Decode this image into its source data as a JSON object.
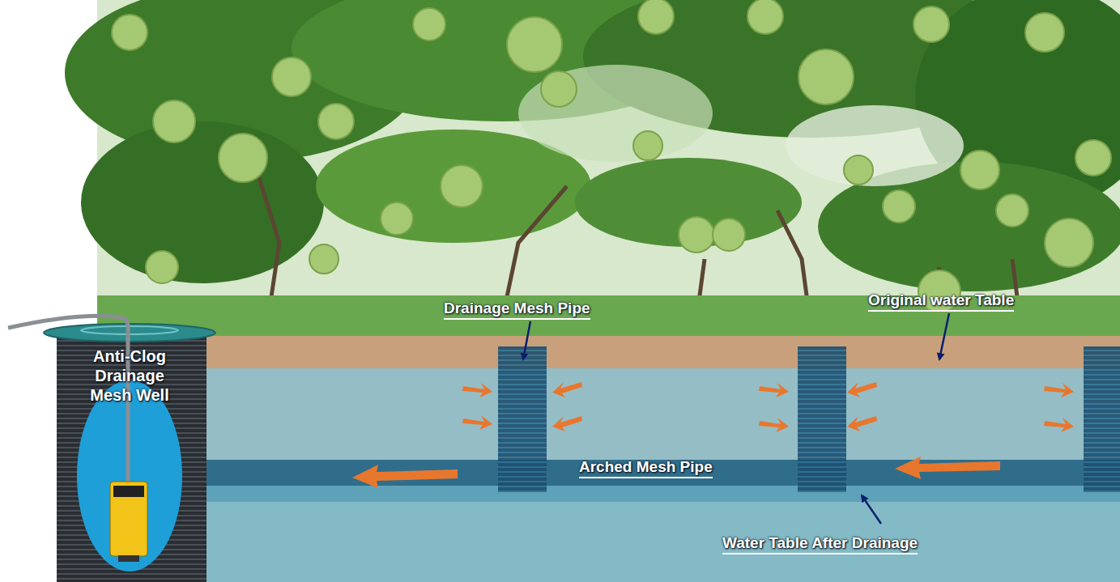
{
  "diagram": {
    "nodes": [
      {
        "text": [
          "Anti-Clog Drainage Mesh Well"
        ]
      }
    ],
    "labels": [
      "Drainage Mesh Pipe",
      "Original water Table",
      "Arched Mesh Pipe",
      "Water Table After Drainage"
    ]
  }
}
